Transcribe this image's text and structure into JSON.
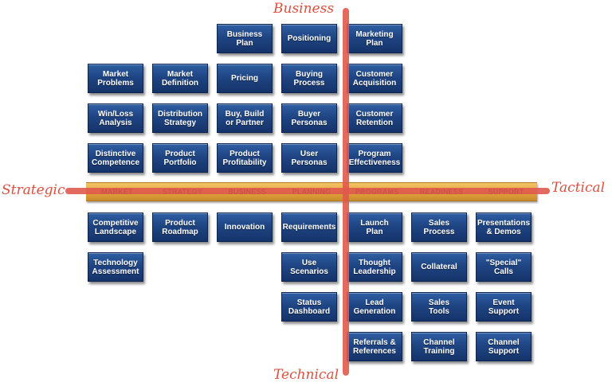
{
  "axes": {
    "top": "Business",
    "bottom": "Technical",
    "left": "Strategic",
    "right": "Tactical"
  },
  "band": [
    "MARKET",
    "STRATEGY",
    "BUSINESS",
    "PLANNING",
    "PROGRAMS",
    "READINESS",
    "SUPPORT"
  ],
  "columns": {
    "market": {
      "above": [
        "Market\nProblems",
        "Win/Loss\nAnalysis",
        "Distinctive\nCompetence"
      ],
      "below": [
        "Competitive\nLandscape",
        "Technology\nAssessment"
      ]
    },
    "strategy": {
      "above": [
        "Market\nDefinition",
        "Distribution\nStrategy",
        "Product\nPortfolio"
      ],
      "below": [
        "Product\nRoadmap"
      ]
    },
    "business": {
      "above": [
        "Business\nPlan",
        "Pricing",
        "Buy, Build\nor Partner",
        "Product\nProfitability"
      ],
      "below": [
        "Innovation"
      ]
    },
    "planning": {
      "above": [
        "Positioning",
        "Buying\nProcess",
        "Buyer\nPersonas",
        "User\nPersonas"
      ],
      "below": [
        "Requirements",
        "Use\nScenarios",
        "Status\nDashboard"
      ]
    },
    "programs": {
      "above": [
        "Marketing\nPlan",
        "Customer\nAcquisition",
        "Customer\nRetention",
        "Program\nEffectiveness"
      ],
      "below": [
        "Launch\nPlan",
        "Thought\nLeadership",
        "Lead\nGeneration",
        "Referrals &\nReferences"
      ]
    },
    "readiness": {
      "below": [
        "Sales\nProcess",
        "Collateral",
        "Sales\nTools",
        "Channel\nTraining"
      ]
    },
    "support": {
      "below": [
        "Presentations\n& Demos",
        "\"Special\"\nCalls",
        "Event\nSupport",
        "Channel\nSupport"
      ]
    }
  }
}
